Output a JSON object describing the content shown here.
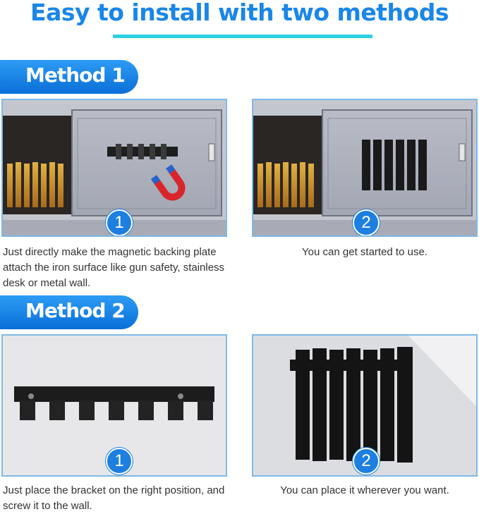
{
  "header": {
    "title": "Easy to install with two methods"
  },
  "method1": {
    "label": "Method 1",
    "step1": {
      "badge": "1",
      "caption": "Just directly make the magnetic backing plate attach the iron surface like gun safety, stainless desk or metal wall."
    },
    "step2": {
      "badge": "2",
      "caption": "You can get started to use."
    }
  },
  "method2": {
    "label": "Method 2",
    "step1": {
      "badge": "1",
      "caption": "Just place the bracket on the right position, and screw it to the wall."
    },
    "step2": {
      "badge": "2",
      "caption": "You can place it wherever you want."
    }
  },
  "colors": {
    "accent": "#1a86e8",
    "underline": "#2bd0e6",
    "badge": "#1d7fe0"
  },
  "icons": [
    "magnet-icon"
  ]
}
